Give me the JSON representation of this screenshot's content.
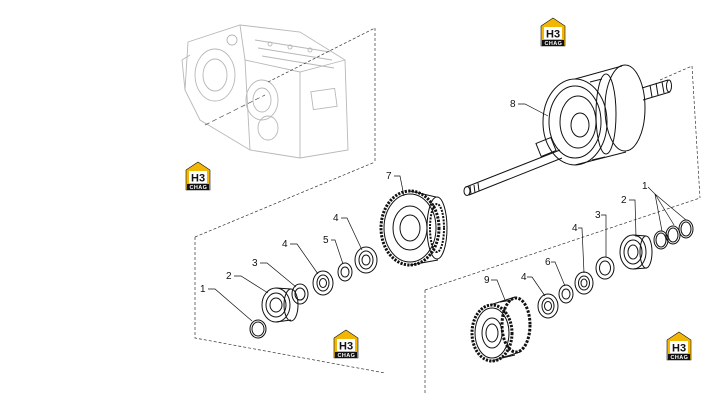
{
  "logo": {
    "mark": "H3",
    "text": "CHAG",
    "color": "#f2b705"
  },
  "callouts": [
    {
      "id": "left-1",
      "label": "1"
    },
    {
      "id": "left-2",
      "label": "2"
    },
    {
      "id": "left-3",
      "label": "3"
    },
    {
      "id": "left-4a",
      "label": "4"
    },
    {
      "id": "left-5",
      "label": "5"
    },
    {
      "id": "left-4b",
      "label": "4"
    },
    {
      "id": "gear-7",
      "label": "7"
    },
    {
      "id": "shaft-8",
      "label": "8"
    },
    {
      "id": "right-1",
      "label": "1"
    },
    {
      "id": "right-2",
      "label": "2"
    },
    {
      "id": "right-3",
      "label": "3"
    },
    {
      "id": "right-4a",
      "label": "4"
    },
    {
      "id": "right-6",
      "label": "6"
    },
    {
      "id": "right-4b",
      "label": "4"
    },
    {
      "id": "gear-9",
      "label": "9"
    }
  ]
}
